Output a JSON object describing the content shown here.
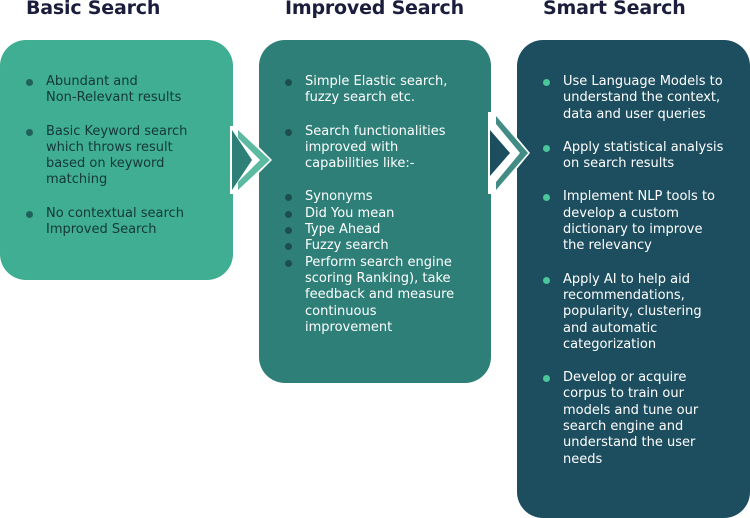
{
  "columns": [
    {
      "title": "Basic Search",
      "items": [
        "Abundant and\nNon-Relevant results",
        "Basic Keyword search\nwhich throws result\nbased on keyword\nmatching",
        "No contextual search\nImproved Search"
      ]
    },
    {
      "title": "Improved Search",
      "items": [
        "Simple Elastic search,\nfuzzy search etc.",
        "Search functionalities\nimproved with\ncapabilities like:-",
        "Synonyms",
        "Did You mean",
        "Type Ahead",
        "Fuzzy search",
        "Perform search engine\nscoring Ranking), take\nfeedback and measure\ncontinuous\nimprovement"
      ]
    },
    {
      "title": "Smart Search",
      "items": [
        "Use Language Models to\nunderstand the context,\ndata and user queries",
        "Apply statistical analysis\non search results",
        "Implement NLP tools to\ndevelop a custom\ndictionary to improve\nthe relevancy",
        "Apply AI to help aid\nrecommendations,\npopularity, clustering\nand automatic\ncategorization",
        "Develop or acquire\ncorpus to train our\nmodels and tune our\nsearch engine and\nunderstand the user\nneeds"
      ]
    }
  ],
  "colors": {
    "basic": "#3fae92",
    "improved": "#2e7f78",
    "smart": "#1d4e5f",
    "heading": "#1a1d3c"
  }
}
